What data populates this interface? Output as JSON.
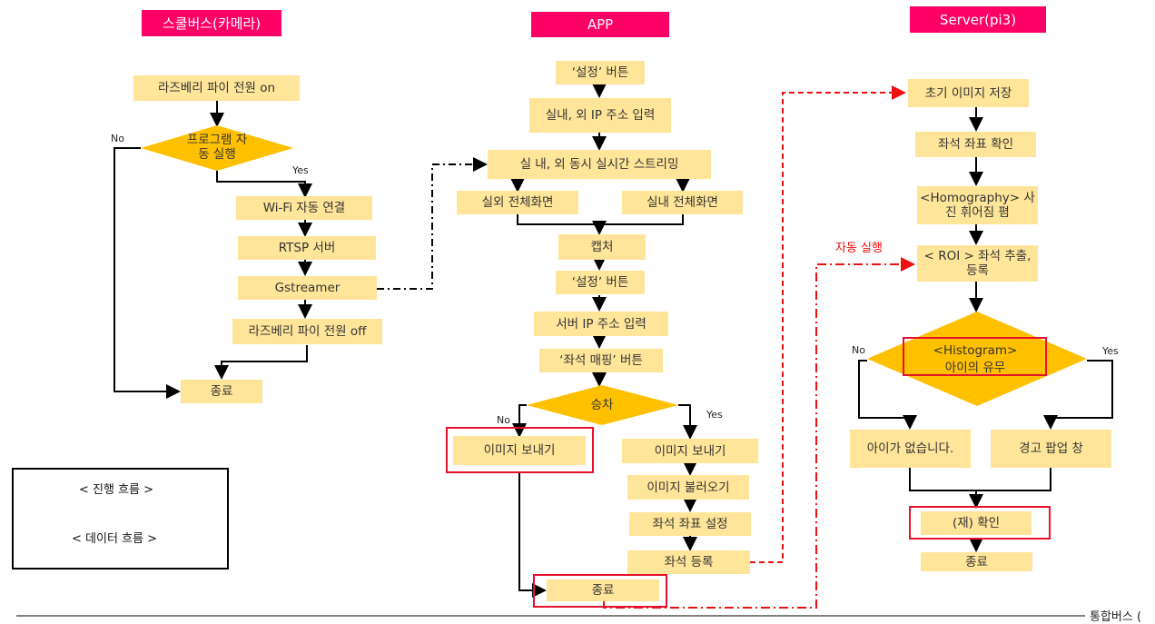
{
  "headers": {
    "camera": "스쿨버스(카메라)",
    "app": "APP",
    "server": "Server(pi3)"
  },
  "camera": {
    "power_on": "라즈베리 파이 전원 on",
    "auto_run": "프로그램 자동 실행",
    "no": "No",
    "yes": "Yes",
    "wifi": "Wi-Fi 자동 연결",
    "rtsp": "RTSP 서버",
    "gstreamer": "Gstreamer",
    "power_off": "라즈베리 파이 전원 off",
    "end": "종료"
  },
  "app": {
    "settings_btn": "‘설정’ 버튼",
    "ip_input": "실내, 외 IP 주소 입력",
    "streaming": "실 내, 외 동시 실시간 스트리밍",
    "outdoor_full": "실외 전체화면",
    "indoor_full": "실내 전체화면",
    "capture": "캡처",
    "settings_btn2": "‘설정’ 버튼",
    "server_ip": "서버 IP 주소 입력",
    "seat_mapping": "‘좌석 매핑’ 버튼",
    "boarding": "승차",
    "no": "No",
    "yes": "Yes",
    "send_image_left": "이미지 보내기",
    "send_image_right": "이미지 보내기",
    "load_image": "이미지 불러오기",
    "seat_coord_set": "좌석 좌표 설정",
    "seat_register": "좌석 등록",
    "end": "종료"
  },
  "server": {
    "save_initial": "초기 이미지 저장",
    "check_coord": "좌석 좌표 확인",
    "homography": "<Homography> 사진 휘어짐 폄",
    "auto_run": "자동 실행",
    "roi": "< ROI > 좌석 추출, 등록",
    "histogram_title": "<Histogram>",
    "histogram_sub": "아이의 유무",
    "no": "No",
    "yes": "Yes",
    "no_child": "아이가 없습니다.",
    "warning_popup": "경고 팝업 창",
    "recheck": "(재) 확인",
    "end": "종료"
  },
  "legend": {
    "progress_flow": "< 진행 흐름 >",
    "data_flow": "< 데이터 흐름 >"
  },
  "footer": {
    "text": "통합버스 ("
  },
  "colors": {
    "header_bg": "#ff0066",
    "box_fill": "#ffe599",
    "diamond_fill": "#ffc000",
    "highlight_border": "#e8112d",
    "data_flow": "#ee1111"
  }
}
